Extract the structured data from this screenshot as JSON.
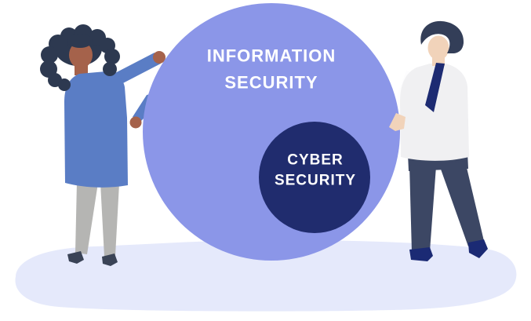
{
  "scene": {
    "description": "Two people holding a Venn-style diagram showing cyber security as a subset of information security",
    "background_color": "#ffffff",
    "ground_color": "#e5e9fb"
  },
  "diagram": {
    "outer": {
      "line1": "INFORMATION",
      "line2": "SECURITY",
      "fill": "#8b96e8",
      "text_color": "#ffffff"
    },
    "inner": {
      "line1": "CYBER",
      "line2": "SECURITY",
      "fill": "#202c6e",
      "text_color": "#ffffff"
    }
  },
  "left_person": {
    "figure": "woman-with-curly-hair-reaching-up",
    "hair_color": "#2d3950",
    "skin_color": "#a5624b",
    "top_color": "#5a7dc5",
    "pants_color": "#b5b5b3",
    "shoe_color": "#3a4356"
  },
  "right_person": {
    "figure": "man-in-shirt-and-tie",
    "hair_color": "#333e58",
    "skin_color": "#f1d3ba",
    "shirt_color": "#f0f0f2",
    "sleeve_color": "#fdfdfe",
    "tie_color": "#1d2b72",
    "pants_color": "#3c4764",
    "shoe_color": "#1b2a74"
  }
}
